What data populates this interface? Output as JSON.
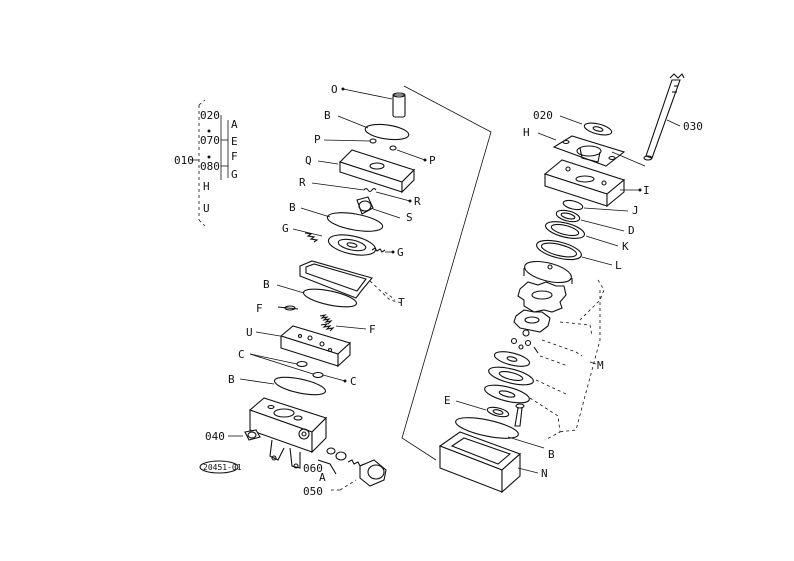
{
  "diagram": {
    "type": "exploded-parts-view",
    "tree": {
      "root": "010",
      "branches": [
        "020",
        "070",
        "080"
      ],
      "chain": [
        "H",
        "U"
      ],
      "letters": [
        "A",
        "E",
        "F",
        "G"
      ]
    },
    "labels": {
      "O": "O",
      "B": "B",
      "P": "P",
      "Q": "Q",
      "R": "R",
      "S": "S",
      "G": "G",
      "T": "T",
      "F": "F",
      "U": "U",
      "C": "C",
      "p040": "040",
      "p060": "060",
      "A": "A",
      "p050": "050",
      "p020": "020",
      "p030": "030",
      "H": "H",
      "I": "I",
      "J": "J",
      "D": "D",
      "K": "K",
      "L": "L",
      "M": "M",
      "E": "E",
      "N": "N"
    },
    "stamp": "20451-01"
  }
}
